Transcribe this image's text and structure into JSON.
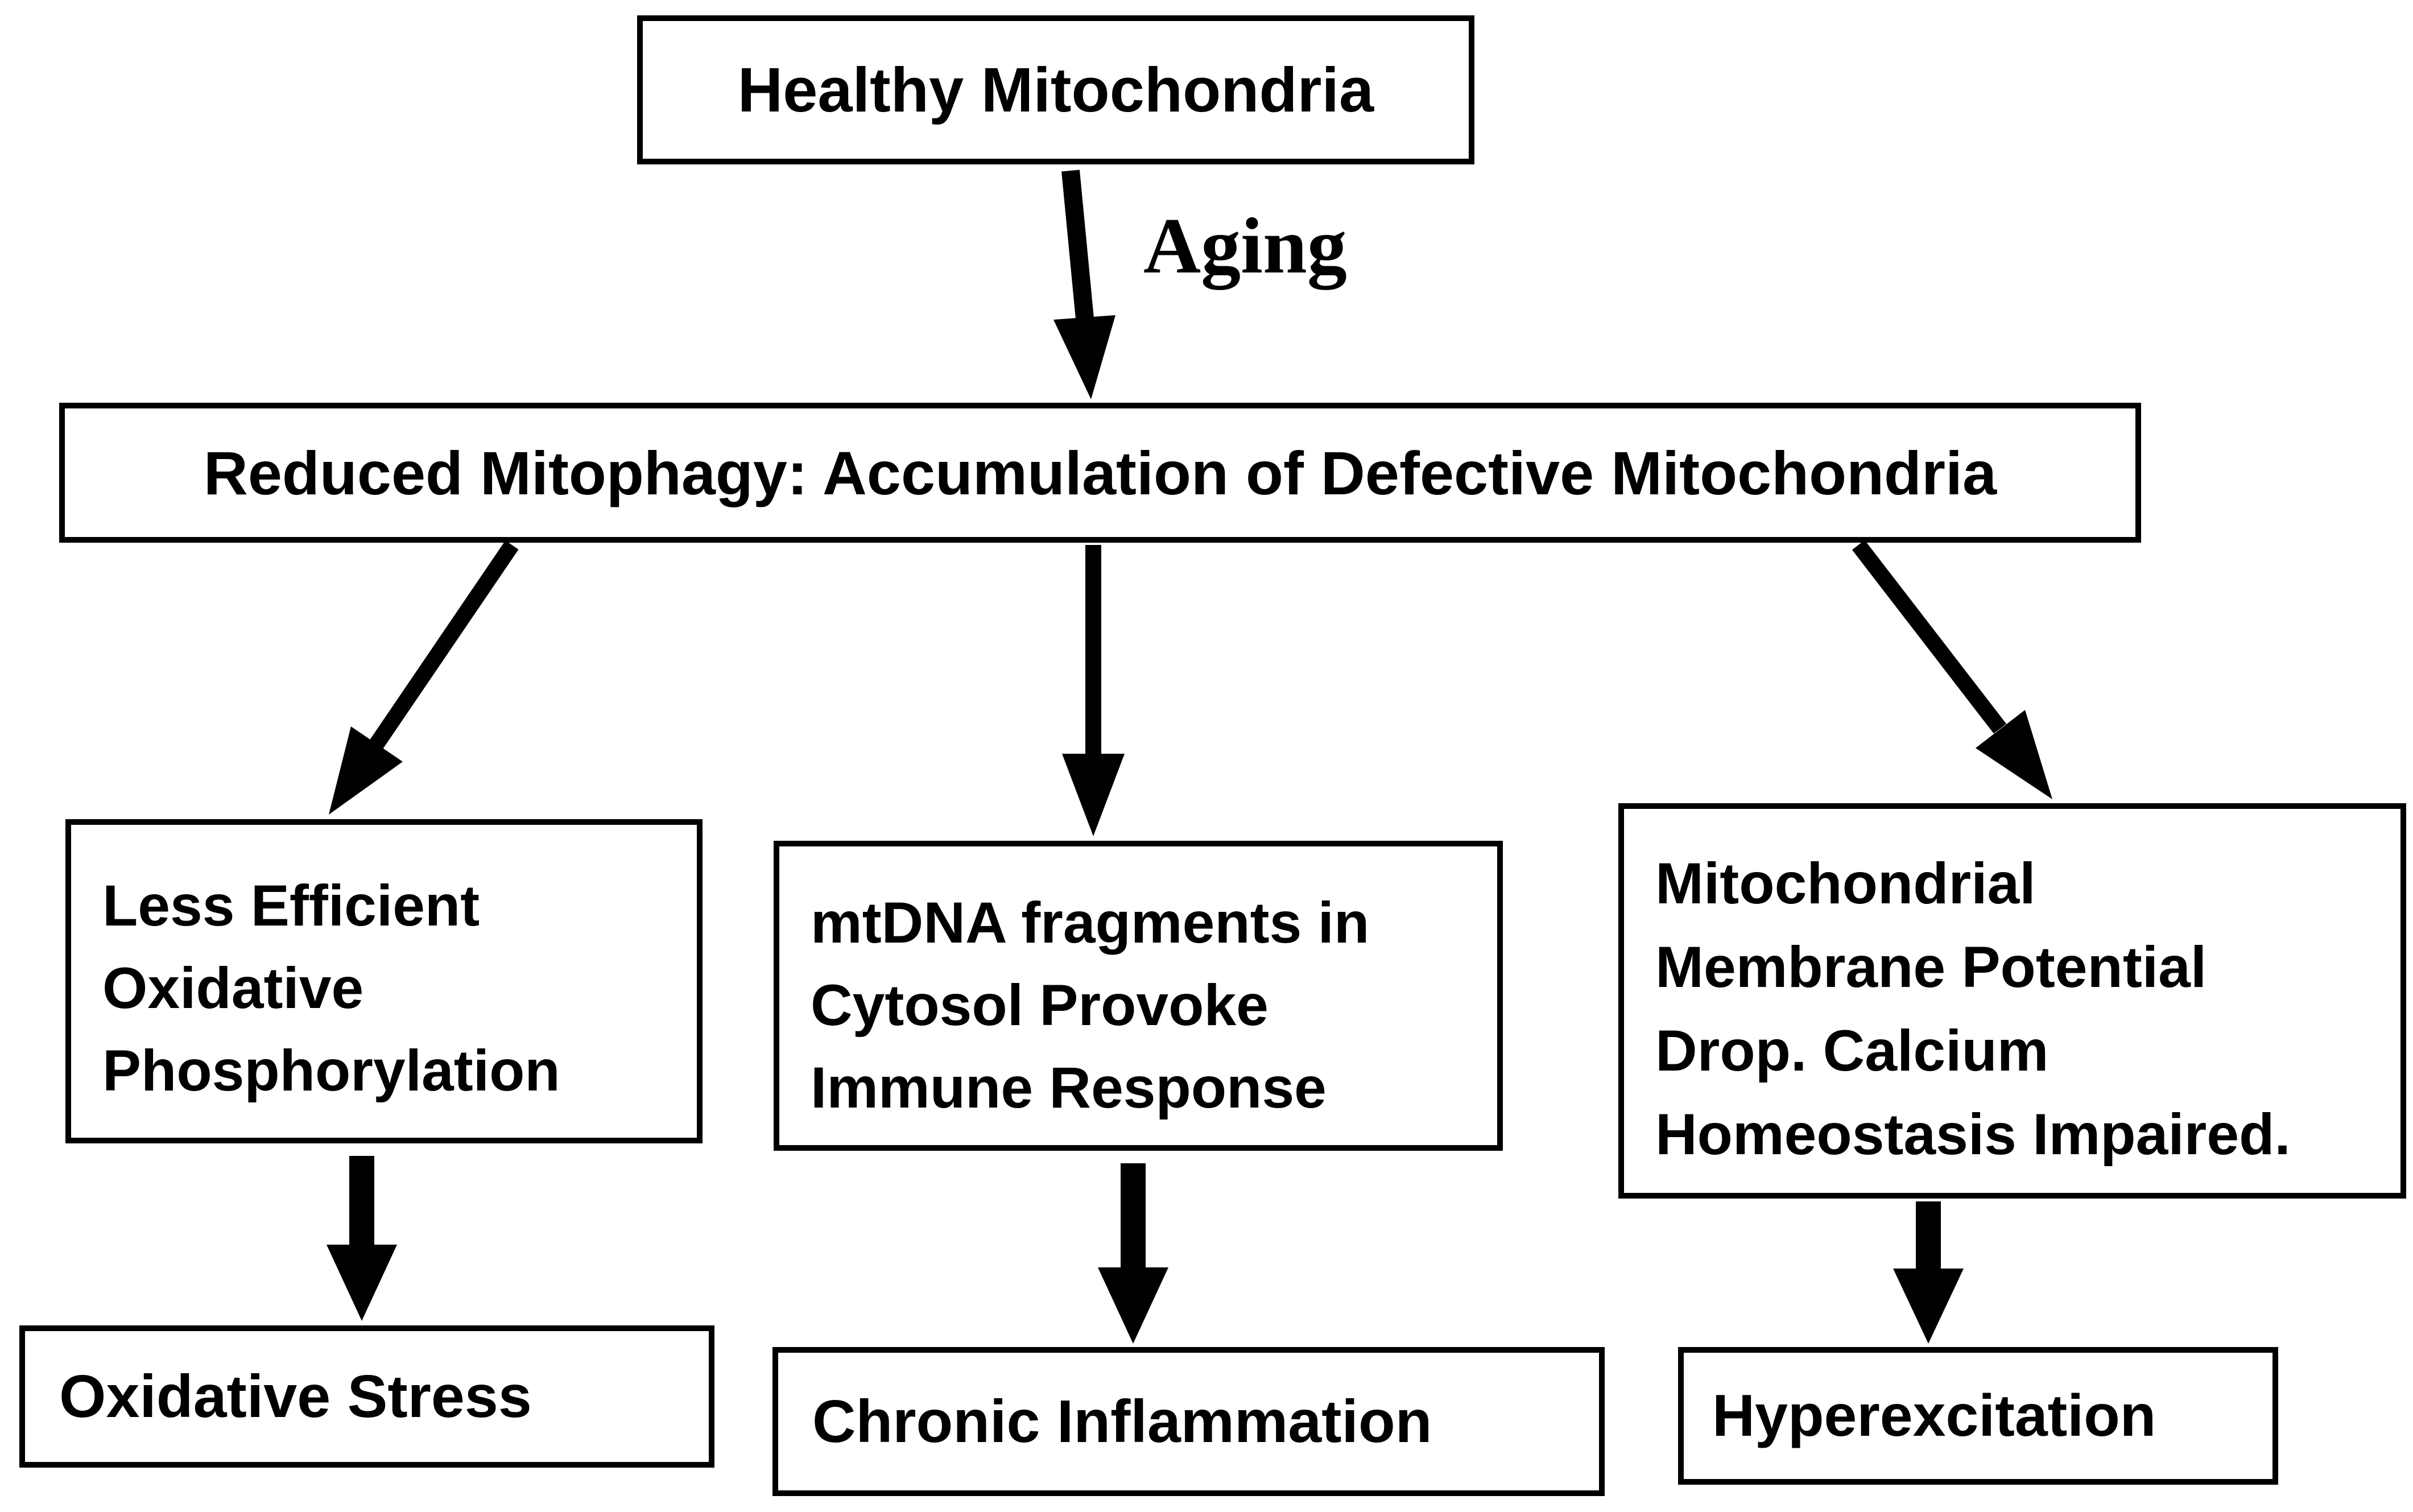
{
  "diagram": {
    "description": "Flowchart of mitochondrial changes with aging",
    "colors": {
      "background": "#ffffff",
      "box_fill": "#ffffff",
      "box_border": "#000000",
      "text": "#000000",
      "arrow": "#000000"
    },
    "nodes": {
      "healthy": {
        "text": "Healthy Mitochondria"
      },
      "reduced": {
        "text": "Reduced Mitophagy: Accumulation of Defective Mitochondria"
      },
      "less_efficient": {
        "text": "Less Efficient\nOxidative\nPhosphorylation"
      },
      "mtdna": {
        "text": "mtDNA fragments in\nCytosol Provoke\nImmune Response"
      },
      "membrane": {
        "text": "Mitochondrial\nMembrane Potential\nDrop. Calcium\nHomeostasis Impaired."
      },
      "oxidative_stress": {
        "text": "Oxidative Stress"
      },
      "chronic_inflammation": {
        "text": "Chronic Inflammation"
      },
      "hyperexcitation": {
        "text": "Hyperexcitation"
      }
    },
    "edges": {
      "aging_label": "Aging"
    }
  }
}
